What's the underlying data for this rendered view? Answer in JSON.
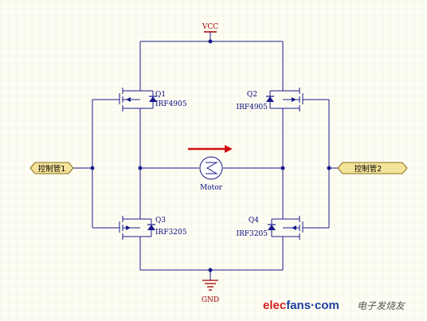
{
  "labels": {
    "vcc": "VCC",
    "gnd": "GND",
    "motor": "Motor",
    "port_left": "控制管1",
    "port_right": "控制管2"
  },
  "transistors": [
    {
      "ref": "Q1",
      "part": "IRF4905"
    },
    {
      "ref": "Q2",
      "part": "IRF4905"
    },
    {
      "ref": "Q3",
      "part": "IRF3205"
    },
    {
      "ref": "Q4",
      "part": "IRF3205"
    }
  ],
  "watermark": {
    "brand_a": "elec",
    "brand_b": "fans",
    "brand_c": "·com",
    "cn": "电子发烧友"
  },
  "colors": {
    "background": "#fdfdf3",
    "grid": "#e8e6d6",
    "wire": "#1a1a8c",
    "rail_label": "#a00000",
    "current_arrow": "#d01010",
    "port_fill": "#f4e49a",
    "port_stroke": "#8a6d1a",
    "brand_red": "#d42020",
    "brand_blue": "#2040a0"
  }
}
